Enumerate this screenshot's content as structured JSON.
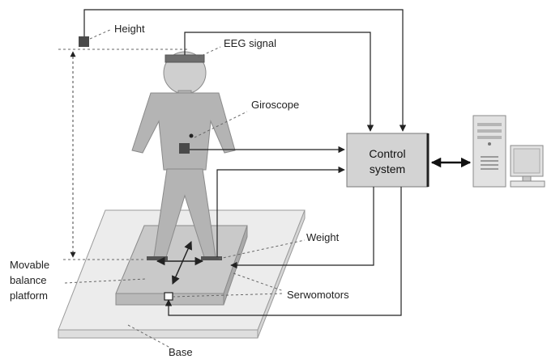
{
  "labels": {
    "height": "Height",
    "eeg_signal": "EEG signal",
    "giroscope": "Giroscope",
    "control_system_line1": "Control",
    "control_system_line2": "system",
    "weight": "Weight",
    "movable_line1": "Movable",
    "movable_line2": "balance",
    "movable_line3": "platform",
    "serwomotors": "Serwomotors",
    "base": "Base"
  },
  "colors": {
    "body": "#b4b4b4",
    "head": "#cfcfcf",
    "eeg_band": "#6e6e6e",
    "sensor": "#4a4a4a",
    "control_box": "#d3d3d3",
    "base_plate": "#ececec",
    "platform_top": "#c9c9c9",
    "platform_side": "#b5b5b5",
    "arrow": "#222222",
    "dashed": "#666666"
  },
  "icons": {
    "computer": "desktop-computer-icon"
  }
}
